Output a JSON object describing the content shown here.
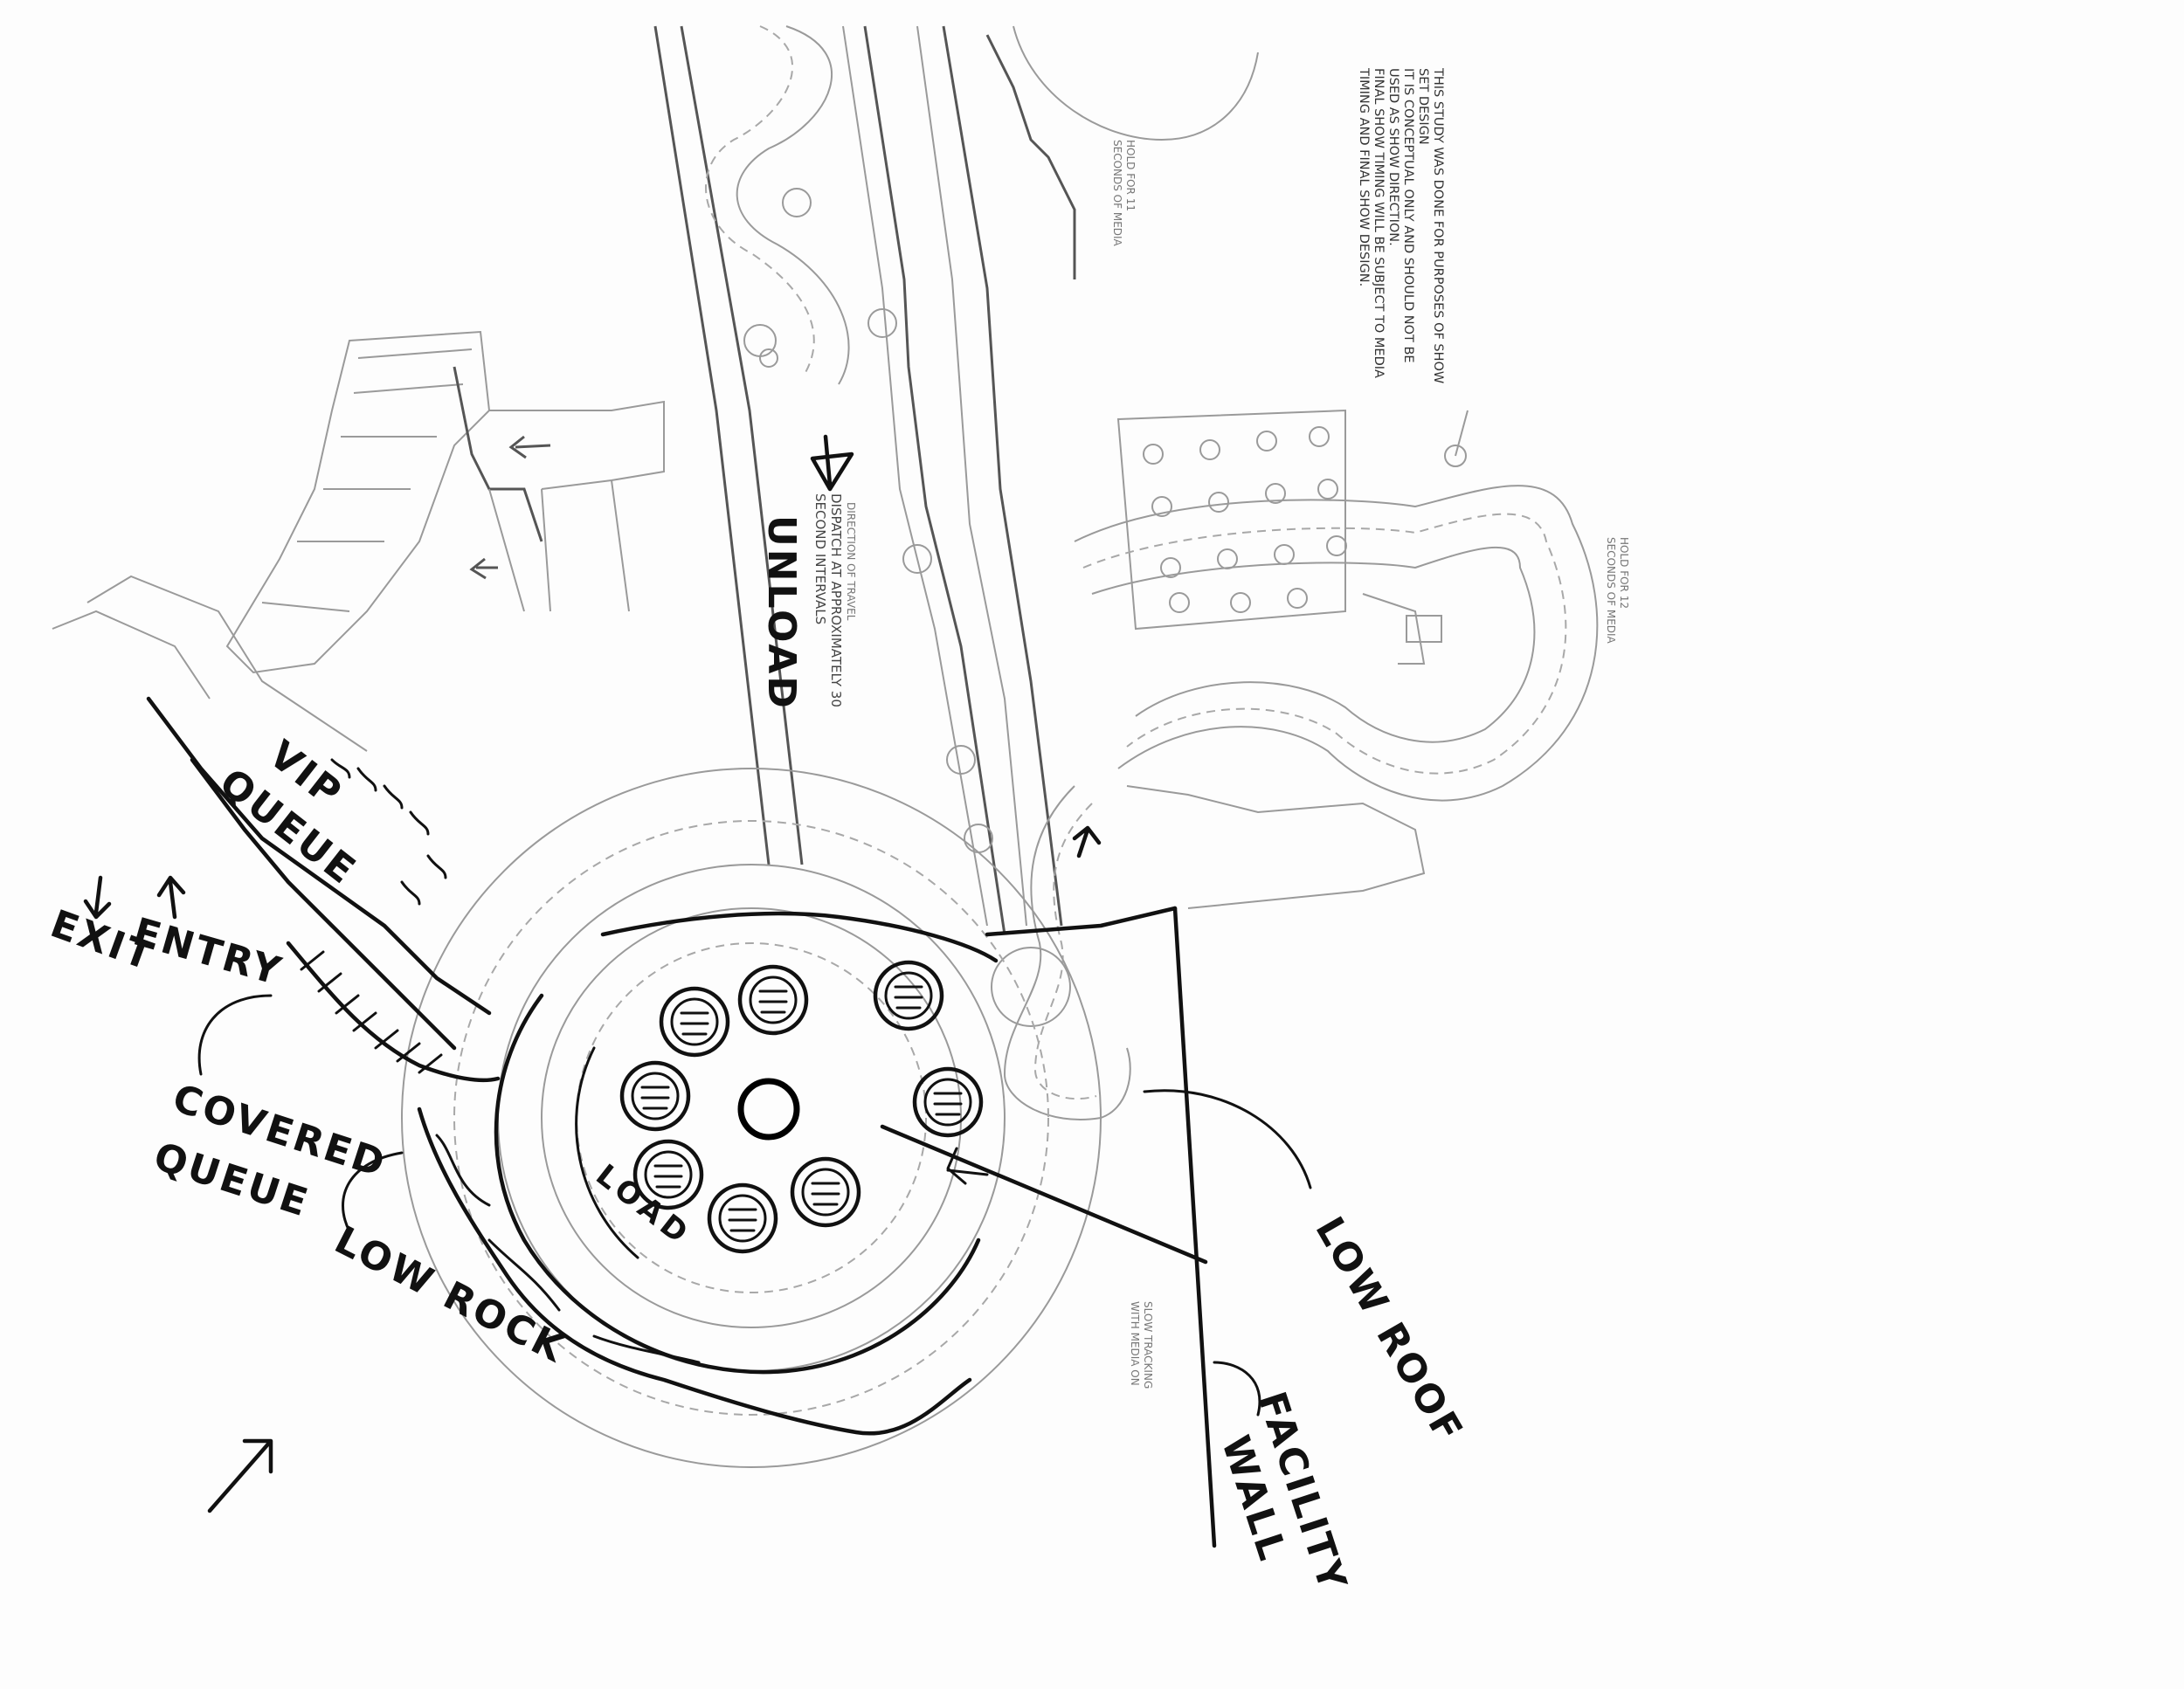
{
  "note_lines": [
    "THIS STUDY WAS DONE FOR PURPOSES OF SHOW",
    "SET DESIGN",
    "IT IS CONCEPTUAL ONLY AND SHOULD NOT BE",
    "USED AS SHOW DIRECTION.",
    "FINAL SHOW TIMING WILL BE SUBJECT TO MEDIA",
    "TIMING AND FINAL SHOW DESIGN."
  ],
  "labels": {
    "unload": "UNLOAD",
    "direction": "DIRECTION OF TRAVEL",
    "dispatch_1": "DISPATCH AT APPROXIMATELY 30",
    "dispatch_2": "SECOND INTERVALS",
    "load": "LOAD",
    "vip_1": "VIP",
    "vip_2": "QUEUE",
    "exit": "EXIT",
    "entry": "ENTRY",
    "covered_1": "COVERED",
    "covered_2": "QUEUE",
    "low_rock": "LOW ROCK",
    "low_roof": "LOW ROOF",
    "facility_1": "FACILITY",
    "facility_2": "WALL",
    "hold_right_1": "HOLD FOR 12",
    "hold_right_2": "SECONDS OF MEDIA",
    "hold_top_1": "HOLD FOR 11",
    "hold_top_2": "SECONDS OF MEDIA",
    "slow_1": "SLOW TRACKING",
    "slow_2": "WITH MEDIA ON"
  },
  "colors": {
    "ink": "#111111",
    "plan": "#9a9a9a",
    "paper": "#fdfdfd"
  }
}
